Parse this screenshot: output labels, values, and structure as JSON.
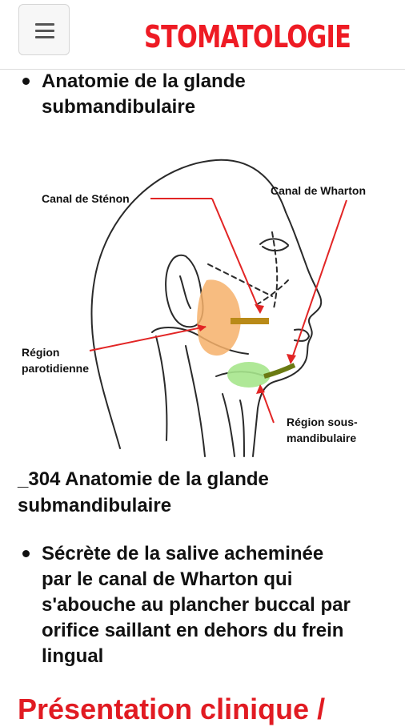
{
  "header": {
    "brand": "STOMATOLOGIE",
    "menu_icon": "hamburger-menu-icon",
    "brand_color": "#ee1b24"
  },
  "content": {
    "bullet1": [
      "Anatomie de la glande",
      "submandibulaire"
    ],
    "figure_labels": {
      "stenon": "Canal de Sténon",
      "wharton": "Canal de Wharton",
      "parotid": [
        "Région",
        "parotidienne"
      ],
      "submandibular": [
        "Région sous-",
        "mandibulaire"
      ]
    },
    "caption": [
      "_304 Anatomie de la glande",
      "submandibulaire"
    ],
    "bullet2": [
      "Sécrète de la salive acheminée",
      "par le canal de Wharton qui",
      "s'abouche au plancher buccal par",
      "orifice saillant en dehors du frein",
      "lingual"
    ],
    "section_title": "Présentation clinique /"
  }
}
